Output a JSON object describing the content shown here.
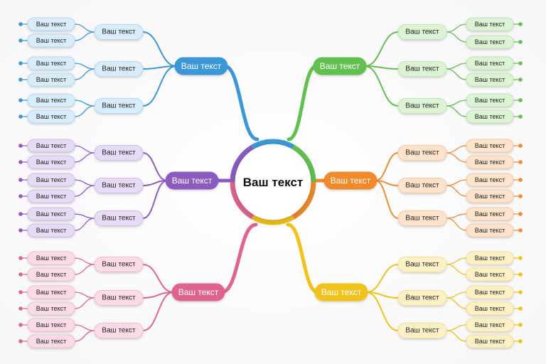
{
  "center": {
    "label": "Ваш текст"
  },
  "branches": [
    {
      "id": "blue",
      "color": "#3b97d8",
      "light": "#d8ecfa",
      "lightStroke": "#b6d9f3",
      "label": "Ваш текст",
      "subs": [
        {
          "label": "Ваш текст",
          "leaves": [
            "Ваш текст",
            "Ваш текст"
          ]
        },
        {
          "label": "Ваш текст",
          "leaves": [
            "Ваш текст",
            "Ваш текст"
          ]
        },
        {
          "label": "Ваш текст",
          "leaves": [
            "Ваш текст",
            "Ваш текст"
          ]
        }
      ]
    },
    {
      "id": "purple",
      "color": "#8a5cc0",
      "light": "#e6dcf5",
      "lightStroke": "#cfbdec",
      "label": "Ваш текст",
      "subs": [
        {
          "label": "Ваш текст",
          "leaves": [
            "Ваш текст",
            "Ваш текст"
          ]
        },
        {
          "label": "Ваш текст",
          "leaves": [
            "Ваш текст",
            "Ваш текст"
          ]
        },
        {
          "label": "Ваш текст",
          "leaves": [
            "Ваш текст",
            "Ваш текст"
          ]
        }
      ]
    },
    {
      "id": "pink",
      "color": "#e0648e",
      "light": "#fbdbe6",
      "lightStroke": "#f3bdd0",
      "label": "Ваш текст",
      "subs": [
        {
          "label": "Ваш текст",
          "leaves": [
            "Ваш текст",
            "Ваш текст"
          ]
        },
        {
          "label": "Ваш текст",
          "leaves": [
            "Ваш текст",
            "Ваш текст"
          ]
        },
        {
          "label": "Ваш текст",
          "leaves": [
            "Ваш текст",
            "Ваш текст"
          ]
        }
      ]
    },
    {
      "id": "green",
      "color": "#62c04f",
      "light": "#dcf3d4",
      "lightStroke": "#bfe6b3",
      "label": "Ваш текст",
      "subs": [
        {
          "label": "Ваш текст",
          "leaves": [
            "Ваш текст",
            "Ваш текст"
          ]
        },
        {
          "label": "Ваш текст",
          "leaves": [
            "Ваш текст",
            "Ваш текст"
          ]
        },
        {
          "label": "Ваш текст",
          "leaves": [
            "Ваш текст",
            "Ваш текст"
          ]
        }
      ]
    },
    {
      "id": "orange",
      "color": "#f08a2c",
      "light": "#fde3cc",
      "lightStroke": "#f8c9a0",
      "label": "Ваш текст",
      "subs": [
        {
          "label": "Ваш текст",
          "leaves": [
            "Ваш текст",
            "Ваш текст"
          ]
        },
        {
          "label": "Ваш текст",
          "leaves": [
            "Ваш текст",
            "Ваш текст"
          ]
        },
        {
          "label": "Ваш текст",
          "leaves": [
            "Ваш текст",
            "Ваш текст"
          ]
        }
      ]
    },
    {
      "id": "yellow",
      "color": "#f2c21a",
      "light": "#fcf1c6",
      "lightStroke": "#f5e192",
      "label": "Ваш текст",
      "subs": [
        {
          "label": "Ваш текст",
          "leaves": [
            "Ваш текст",
            "Ваш текст"
          ]
        },
        {
          "label": "Ваш текст",
          "leaves": [
            "Ваш текст",
            "Ваш текст"
          ]
        },
        {
          "label": "Ваш текст",
          "leaves": [
            "Ваш текст",
            "Ваш текст"
          ]
        }
      ]
    }
  ]
}
